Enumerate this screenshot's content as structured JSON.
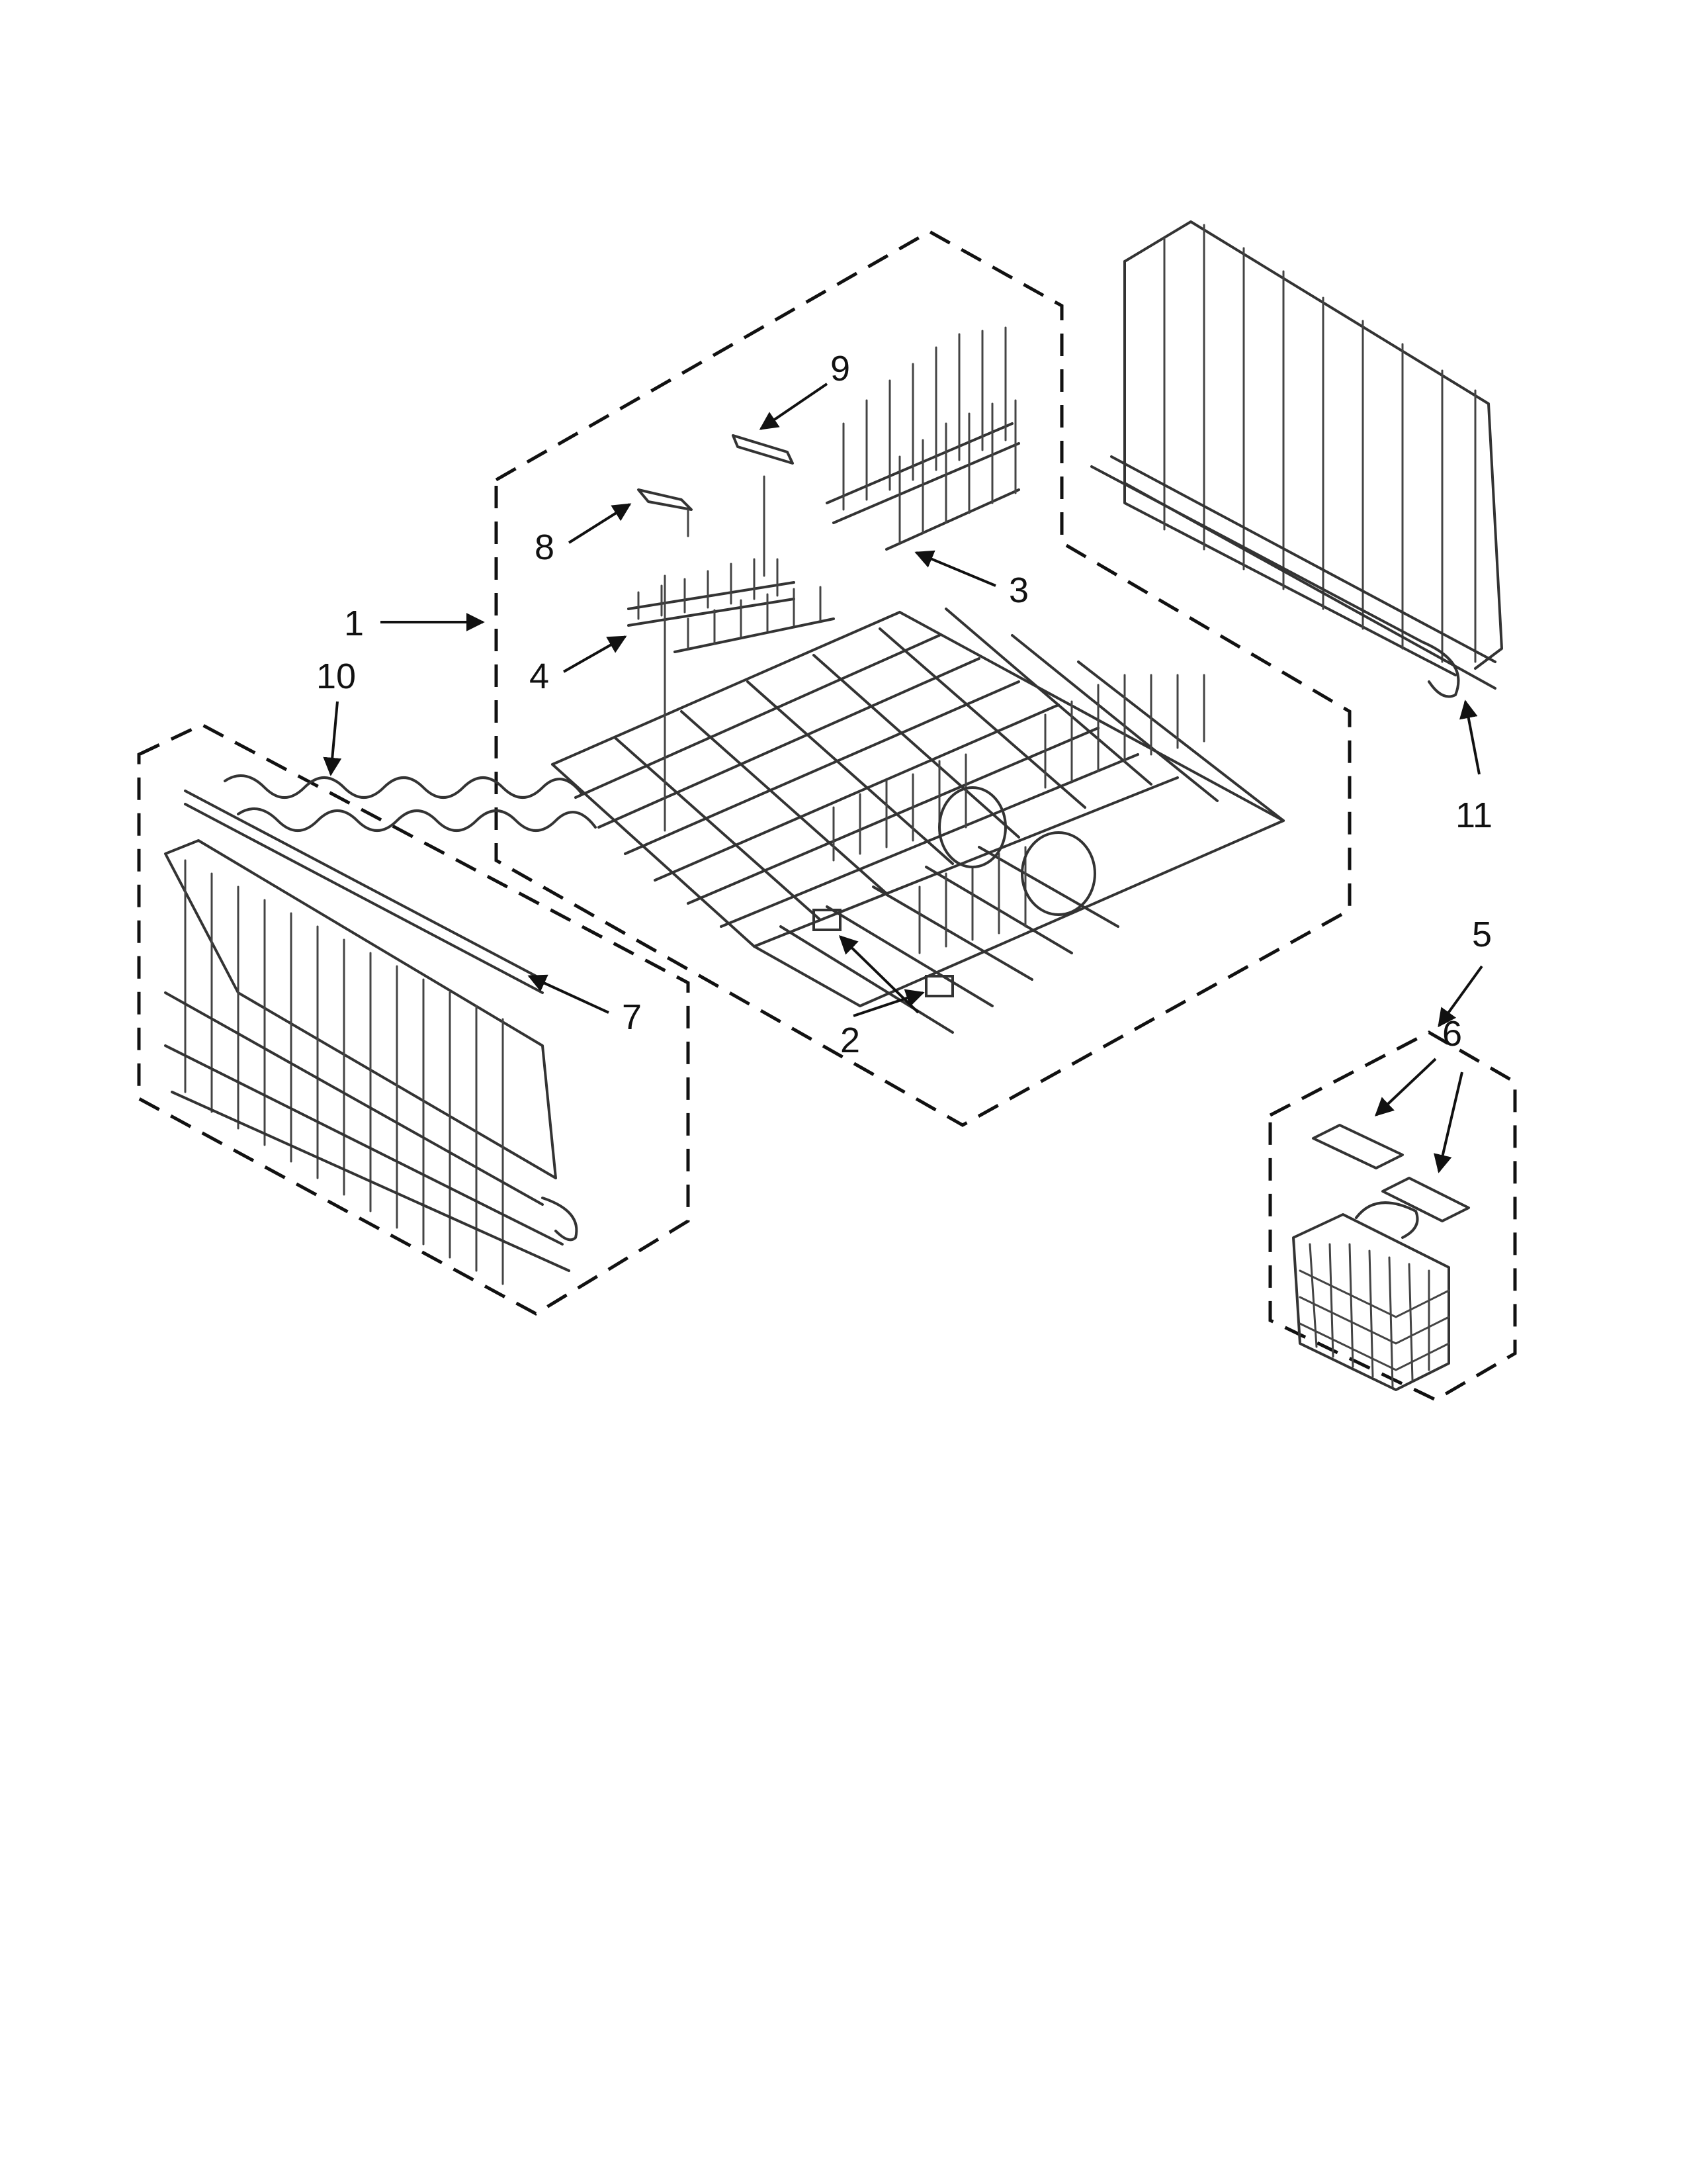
{
  "diagram": {
    "callouts": {
      "c1": "1",
      "c2": "2",
      "c3": "3",
      "c4": "4",
      "c5": "5",
      "c6": "6",
      "c7": "7",
      "c8": "8",
      "c9": "9",
      "c10": "10",
      "c11": "11"
    },
    "parts": [
      {
        "callout": "1",
        "icon": "upper-rack-assembly-icon"
      },
      {
        "callout": "2",
        "icon": "tine-pivot-clip-icon"
      },
      {
        "callout": "3",
        "icon": "fold-down-tine-row-icon"
      },
      {
        "callout": "4",
        "icon": "small-tine-row-icon"
      },
      {
        "callout": "5",
        "icon": "silverware-basket-assembly-icon"
      },
      {
        "callout": "6",
        "icon": "basket-lid-icon"
      },
      {
        "callout": "7",
        "icon": "cup-shelf-icon"
      },
      {
        "callout": "8",
        "icon": "tine-clip-icon"
      },
      {
        "callout": "9",
        "icon": "tine-clip-icon"
      },
      {
        "callout": "10",
        "icon": "rack-side-panel-icon"
      },
      {
        "callout": "11",
        "icon": "rack-back-panel-icon"
      }
    ]
  }
}
